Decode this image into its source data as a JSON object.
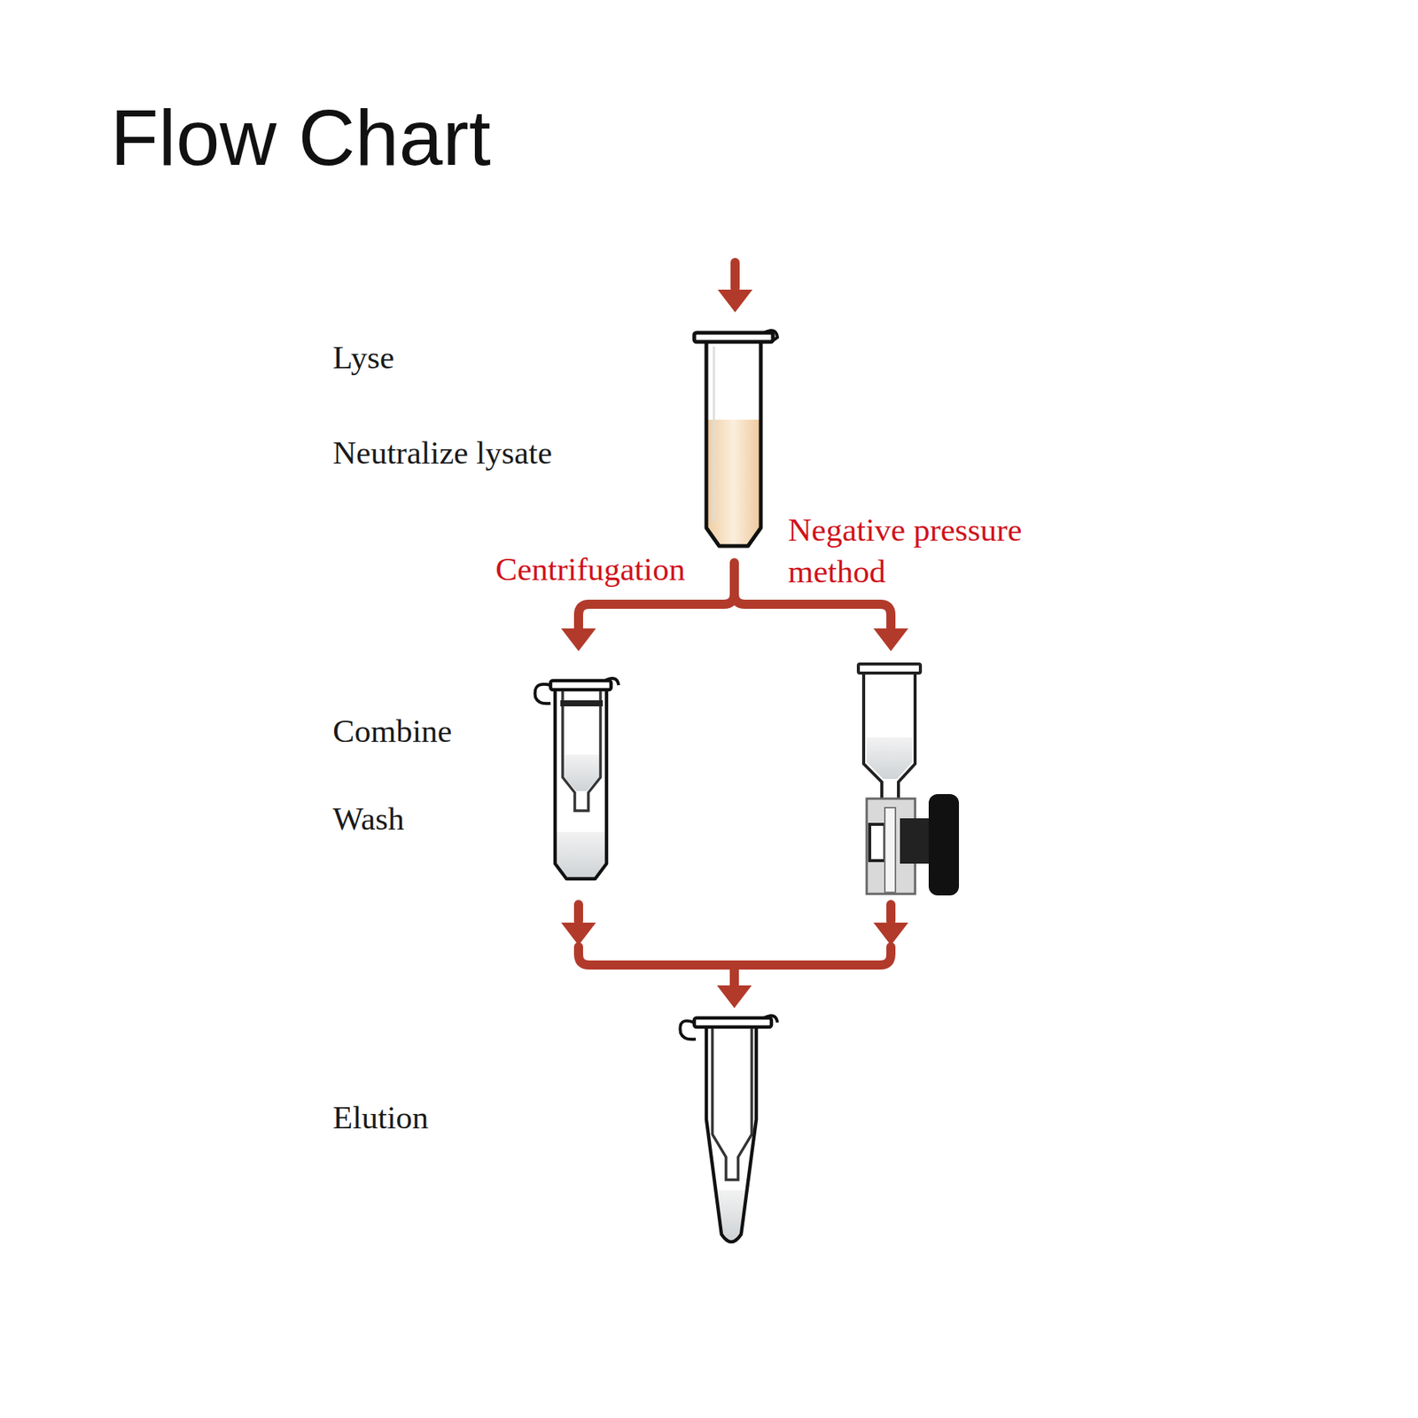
{
  "diagram": {
    "title": "Flow Chart",
    "labels": [
      "Lyse",
      "Neutralize lysate",
      "Centrifugation",
      "Negative pressure method",
      "Combine",
      "Wash",
      "Elution"
    ]
  }
}
